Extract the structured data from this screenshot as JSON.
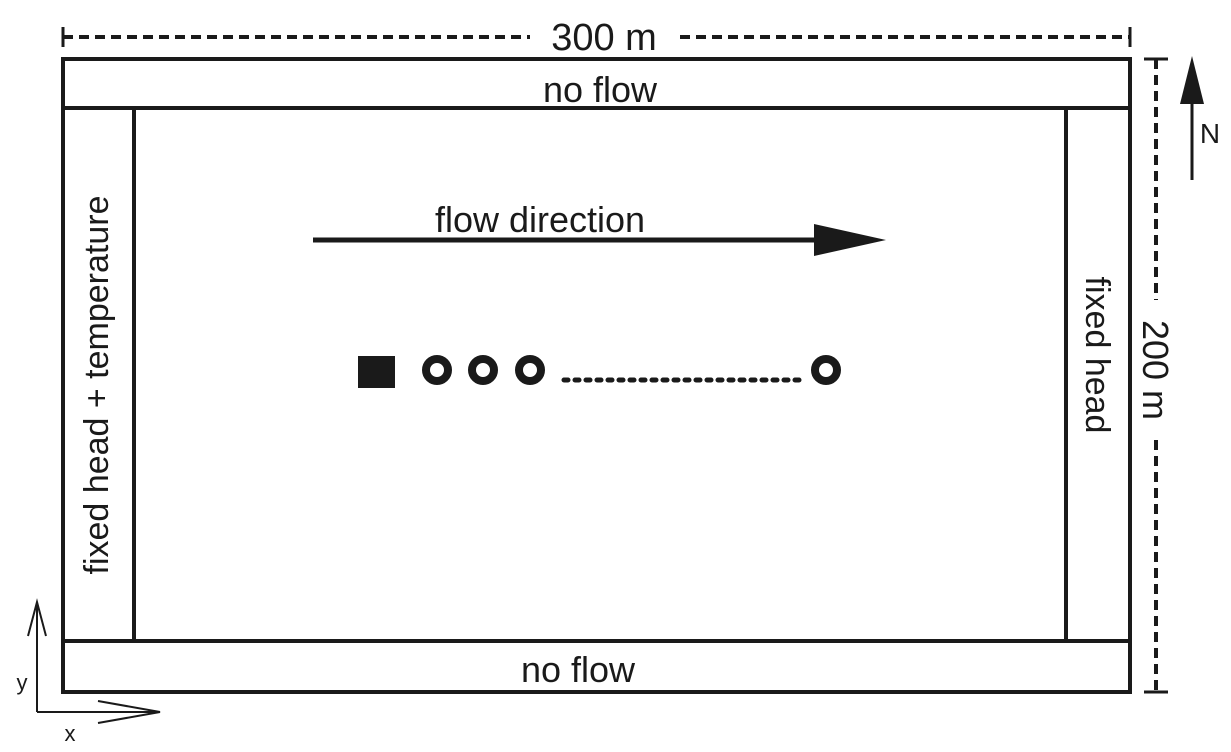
{
  "dimensions": {
    "width_label": "300 m",
    "height_label": "200 m"
  },
  "boundaries": {
    "top": "no flow",
    "bottom": "no flow",
    "left": "fixed head + temperature",
    "right": "fixed head"
  },
  "flow": {
    "label": "flow direction"
  },
  "compass": {
    "north_label": "N"
  },
  "axes": {
    "x_label": "x",
    "y_label": "y"
  },
  "wells": {
    "injection_marker": "filled-square",
    "observation_marker": "open-circle",
    "observation_count_shown": 4
  },
  "colors": {
    "ink": "#1a1a1a",
    "background": "#ffffff"
  }
}
